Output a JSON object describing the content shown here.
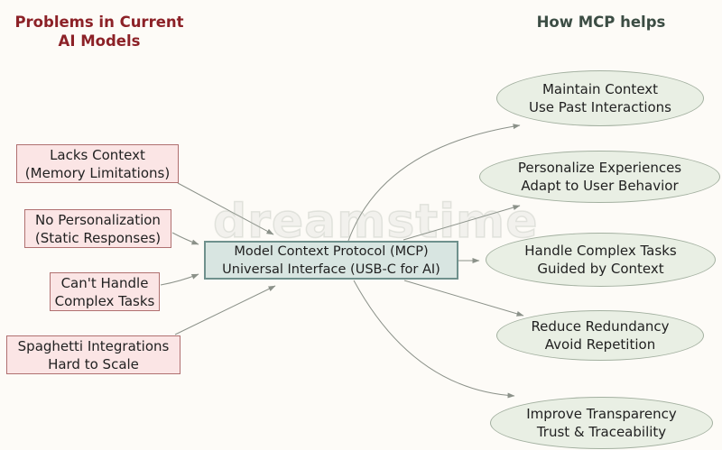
{
  "header": {
    "problems_title_line1": "Problems in Current",
    "problems_title_line2": "AI Models",
    "helps_title": "How MCP helps"
  },
  "problems": [
    {
      "line1": "Lacks Context",
      "line2": "(Memory Limitations)"
    },
    {
      "line1": "No Personalization",
      "line2": "(Static Responses)"
    },
    {
      "line1": "Can't Handle",
      "line2": "Complex Tasks"
    },
    {
      "line1": "Spaghetti Integrations",
      "line2": "Hard to Scale"
    }
  ],
  "center": {
    "line1": "Model Context Protocol (MCP)",
    "line2": "Universal Interface (USB-C for AI)"
  },
  "benefits": [
    {
      "line1": "Maintain Context",
      "line2": "Use Past Interactions"
    },
    {
      "line1": "Personalize Experiences",
      "line2": "Adapt to User Behavior"
    },
    {
      "line1": "Handle Complex Tasks",
      "line2": "Guided by Context"
    },
    {
      "line1": "Reduce Redundancy",
      "line2": "Avoid Repetition"
    },
    {
      "line1": "Improve Transparency",
      "line2": "Trust & Traceability"
    }
  ],
  "watermark": {
    "text": "dreamstime"
  },
  "colors": {
    "background": "#fdfbf7",
    "text": "#212121",
    "problem_fill": "#fbe5e5",
    "problem_border": "#b07070",
    "center_fill": "#d8e5e1",
    "center_border": "#6f918d",
    "benefit_fill": "#e9efe4",
    "benefit_border": "#a3b0a0",
    "problems_title": "#8c2127",
    "helps_title": "#3c4d44",
    "connector": "#8b9189",
    "watermark": "#a8b0a4"
  }
}
